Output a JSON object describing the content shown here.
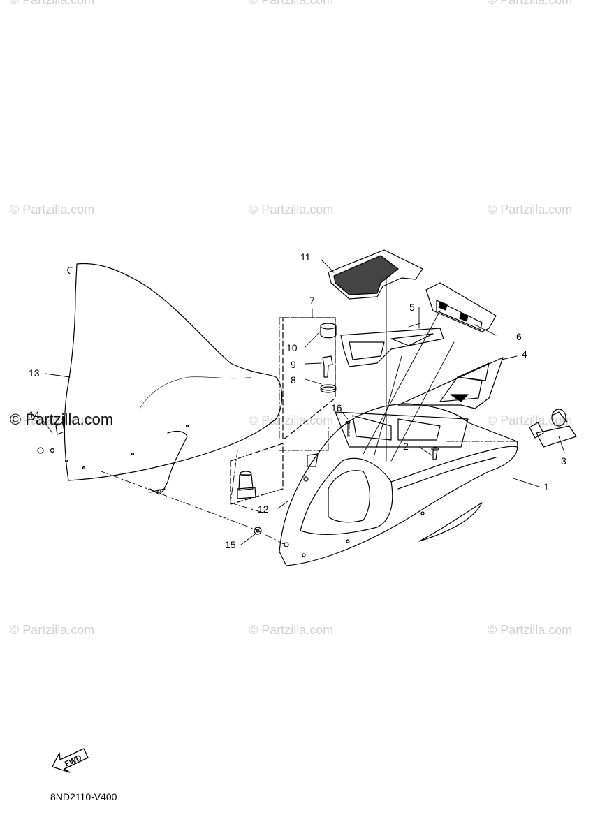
{
  "watermarks": [
    {
      "text": "© Partzilla.com"
    },
    {
      "text": "© Partzilla.com"
    },
    {
      "text": "© Partzilla.com"
    },
    {
      "text": "© Partzilla.com"
    },
    {
      "text": "© Partzilla.com"
    },
    {
      "text": "© Partzilla.com"
    },
    {
      "text": "© Partzilla.com"
    },
    {
      "text": "© Partzilla.com"
    },
    {
      "text": "© Partzilla.com"
    },
    {
      "text": "© Partzilla.com"
    },
    {
      "text": "© Partzilla.com"
    },
    {
      "text": "© Partzilla.com"
    }
  ],
  "overlay_watermark": "© Partzilla.com",
  "callouts": [
    "1",
    "2",
    "3",
    "4",
    "5",
    "6",
    "7",
    "8",
    "9",
    "10",
    "11",
    "12",
    "13",
    "14",
    "15",
    "16"
  ],
  "fwd_label": "FWD",
  "drawing_code": "8ND2110-V400"
}
